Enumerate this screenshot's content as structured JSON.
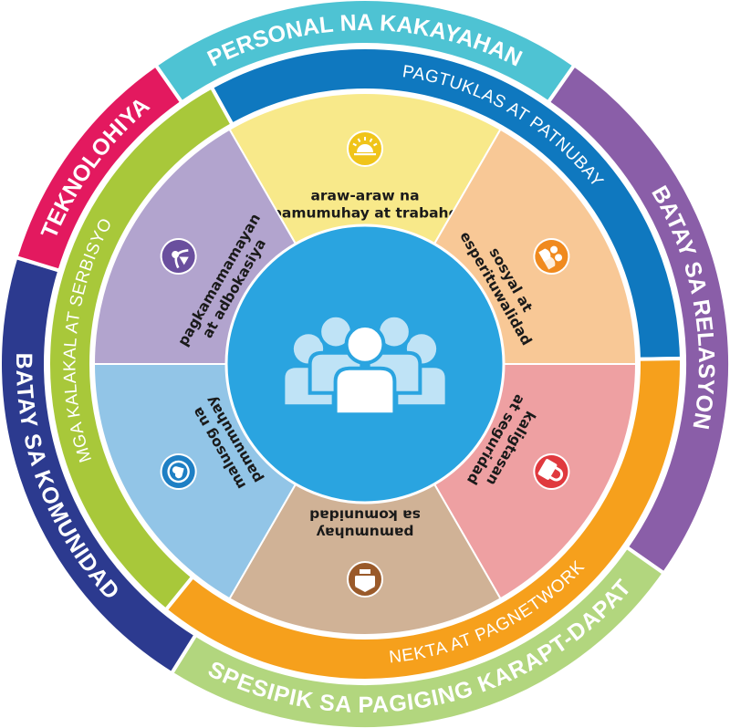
{
  "outer_ring": [
    {
      "label": "PERSONAL NA KAKAYAHAN",
      "color": "#4EC3D3"
    },
    {
      "label": "BATAY SA RELASYON",
      "color": "#8A5EA8"
    },
    {
      "label": "SPESIPIK SA PAGIGING KARAPT-DAPAT",
      "color": "#B2D67E"
    },
    {
      "label": "BATAY SA KOMUNIDAD",
      "color": "#2C3A8F"
    },
    {
      "label": "TEKNOLOHIYA",
      "color": "#E3195F"
    }
  ],
  "inner_ring": [
    {
      "label": "PAGTUKLAS AT PATNUBAY",
      "color": "#0F78BF"
    },
    {
      "label": "NEKTA AT PAGNETWORK",
      "color": "#F6A01C"
    },
    {
      "label": "MGA KALAKAL AT SERBISYO",
      "color": "#A8C83A"
    }
  ],
  "segments": [
    {
      "lines": [
        "araw-araw na",
        "pamumuhay at trabaho"
      ],
      "color": "#F8E98A",
      "icon": "sunrise-icon",
      "icon_color": "#F0C419"
    },
    {
      "lines": [
        "sosyal at",
        "esperituwalidad"
      ],
      "color": "#F8C896",
      "icon": "people-icon",
      "icon_color": "#F08A1E"
    },
    {
      "lines": [
        "kaligtasan",
        "at seguridad"
      ],
      "color": "#EEA0A2",
      "icon": "lock-icon",
      "icon_color": "#E0393E"
    },
    {
      "lines": [
        "pamumuhay",
        "sa komunidad"
      ],
      "color": "#D0B296",
      "icon": "community-icon",
      "icon_color": "#9A5A2A"
    },
    {
      "lines": [
        "malusog na",
        "pamumuhay"
      ],
      "color": "#92C5E7",
      "icon": "health-icon",
      "icon_color": "#1E7FC4"
    },
    {
      "lines": [
        "pagkamamamayan",
        "at adbokasiya"
      ],
      "color": "#B2A4CE",
      "icon": "advocacy-icon",
      "icon_color": "#6A4F9E"
    }
  ],
  "center": {
    "icon": "group-people-icon",
    "color": "#2AA4E0"
  }
}
